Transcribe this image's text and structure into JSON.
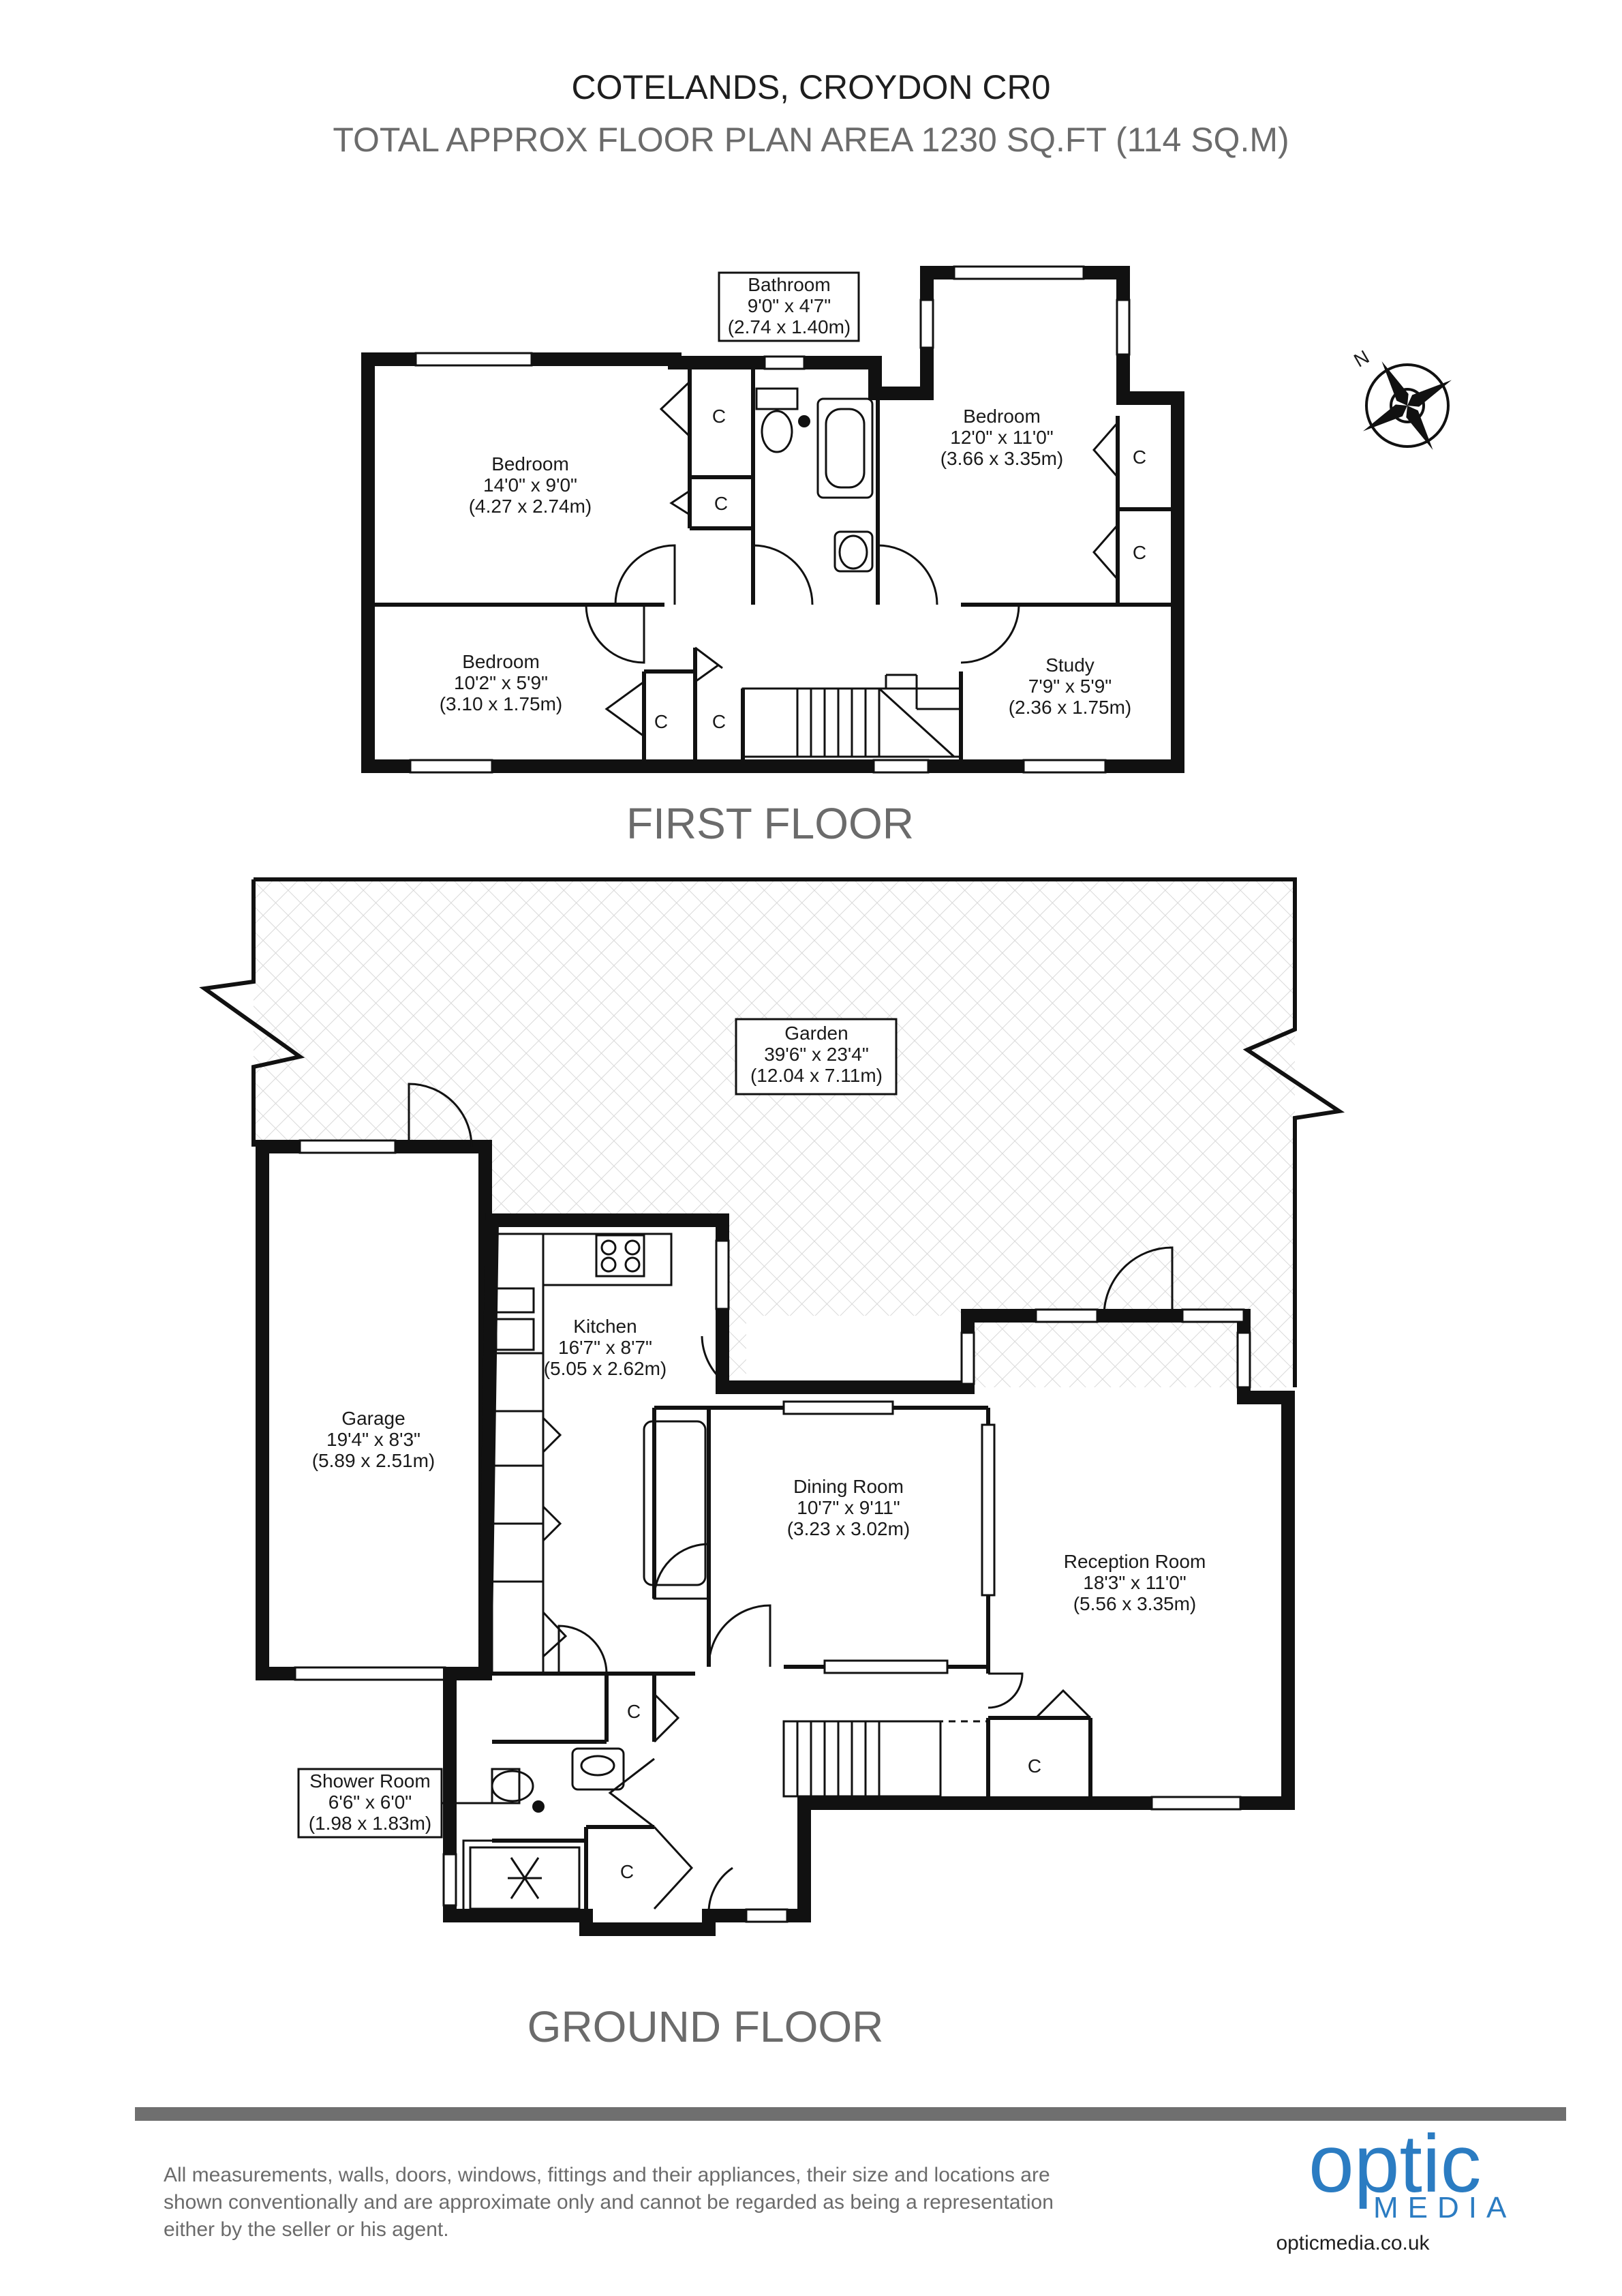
{
  "header": {
    "title": "COTELANDS, CROYDON CR0",
    "subtitle": "TOTAL APPROX FLOOR PLAN AREA 1230 SQ.FT (114 SQ.M)"
  },
  "floors": {
    "first": "FIRST FLOOR",
    "ground": "GROUND FLOOR"
  },
  "compass": {
    "north_label": "N"
  },
  "rooms": {
    "bathroom": {
      "name": "Bathroom",
      "imperial": "9'0\" x 4'7\"",
      "metric": "(2.74 x 1.40m)"
    },
    "bedroom1": {
      "name": "Bedroom",
      "imperial": "14'0\" x 9'0\"",
      "metric": "(4.27 x 2.74m)"
    },
    "bedroom2": {
      "name": "Bedroom",
      "imperial": "12'0\" x 11'0\"",
      "metric": "(3.66 x 3.35m)"
    },
    "bedroom3": {
      "name": "Bedroom",
      "imperial": "10'2\" x 5'9\"",
      "metric": "(3.10 x 1.75m)"
    },
    "study": {
      "name": "Study",
      "imperial": "7'9\" x 5'9\"",
      "metric": "(2.36 x 1.75m)"
    },
    "garden": {
      "name": "Garden",
      "imperial": "39'6\" x 23'4\"",
      "metric": "(12.04  x 7.11m)"
    },
    "kitchen": {
      "name": "Kitchen",
      "imperial": "16'7\" x 8'7\"",
      "metric": "(5.05 x 2.62m)"
    },
    "garage": {
      "name": "Garage",
      "imperial": "19'4\" x 8'3\"",
      "metric": "(5.89 x 2.51m)"
    },
    "dining": {
      "name": "Dining Room",
      "imperial": "10'7\" x 9'11\"",
      "metric": "(3.23 x 3.02m)"
    },
    "reception": {
      "name": "Reception Room",
      "imperial": "18'3\" x 11'0\"",
      "metric": "(5.56 x 3.35m)"
    },
    "shower": {
      "name": "Shower Room",
      "imperial": "6'6\" x 6'0\"",
      "metric": "(1.98 x 1.83m)"
    }
  },
  "cupboard_label": "C",
  "footer": {
    "disclaimer": [
      "All measurements, walls, doors, windows, fittings and their appliances, their size and locations are",
      "shown conventionally and are approximate only and cannot be regarded as being a representation",
      "either by the seller or his agent."
    ],
    "logo_top": "optic",
    "logo_bottom": "MEDIA",
    "url": "opticmedia.co.uk"
  },
  "colors": {
    "wall": "#111111",
    "floor_label": "#6b6b6b",
    "logo": "#2b7cc2",
    "footer_bar": "#6f6f6f",
    "garden_hatch": "#d9d9d9"
  }
}
